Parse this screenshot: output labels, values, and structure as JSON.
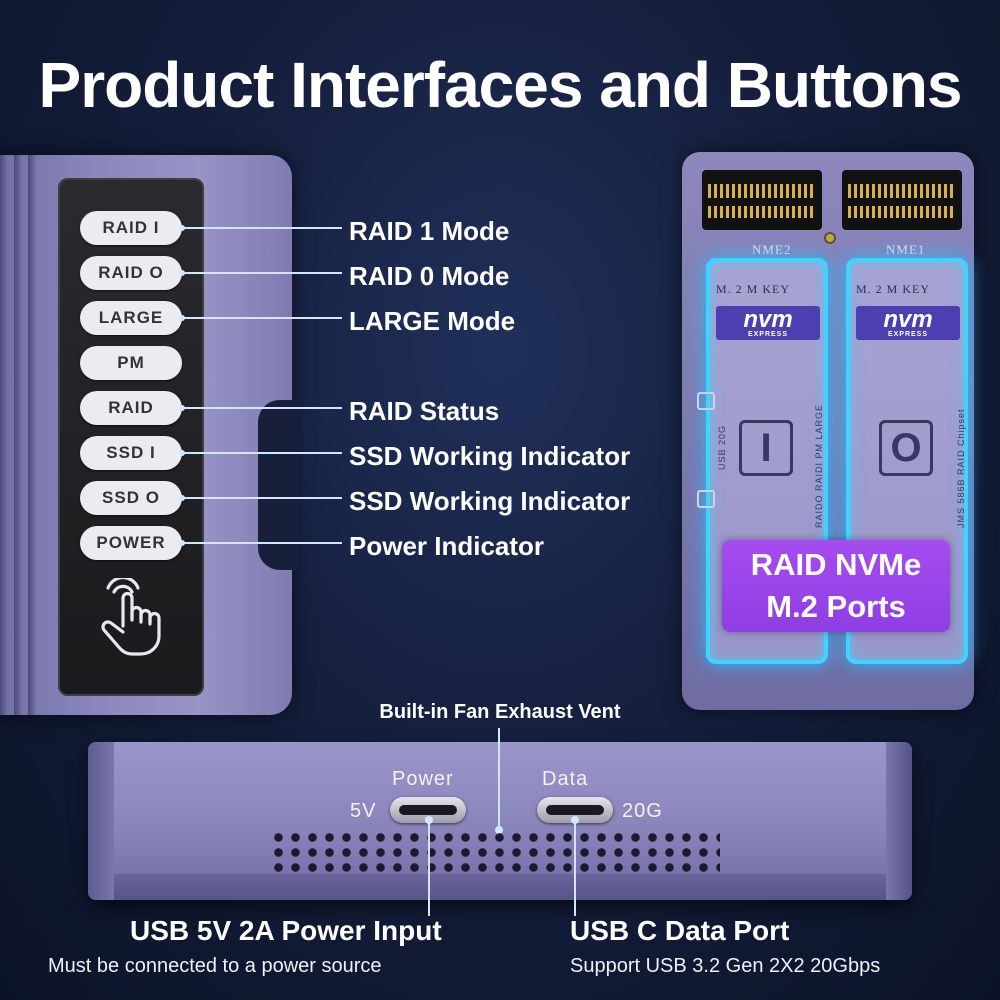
{
  "title": "Product Interfaces and Buttons",
  "buttons": [
    {
      "label": "RAID I",
      "description": "RAID 1 Mode"
    },
    {
      "label": "RAID O",
      "description": "RAID 0 Mode"
    },
    {
      "label": "LARGE",
      "description": "LARGE Mode"
    },
    {
      "label": "PM",
      "description": ""
    },
    {
      "label": "RAID",
      "description": "RAID Status"
    },
    {
      "label": "SSD I",
      "description": "SSD Working Indicator"
    },
    {
      "label": "SSD O",
      "description": "SSD Working Indicator"
    },
    {
      "label": "POWER",
      "description": "Power Indicator"
    }
  ],
  "enclosure": {
    "slot_left_label": "NME2",
    "slot_right_label": "NME1",
    "mkey_label": "M. 2 M KEY",
    "nvm_logo": "nvm",
    "nvm_sub": "EXPRESS",
    "bay_left_mark": "I",
    "bay_right_mark": "O",
    "pcb_text_left": "RAIDO RAIDI PM LARGE",
    "pcb_text_right": "JMS 586B RAID Chipset",
    "usb_text": "USB 20G",
    "badge_line1": "RAID NVMe",
    "badge_line2": "M.2 Ports"
  },
  "bottom": {
    "vent_label": "Built-in Fan Exhaust Vent",
    "power_port_label": "Power",
    "power_voltage": "5V",
    "data_port_label": "Data",
    "data_speed": "20G",
    "power_title": "USB 5V 2A Power Input",
    "power_sub": "Must be connected to a power source",
    "data_title": "USB C Data Port",
    "data_sub": "Support USB 3.2 Gen 2X2 20Gbps"
  },
  "colors": {
    "accent_glow": "#3fd4ff",
    "badge_purple": "#a64cf0",
    "device_lavender": "#9894c6"
  }
}
